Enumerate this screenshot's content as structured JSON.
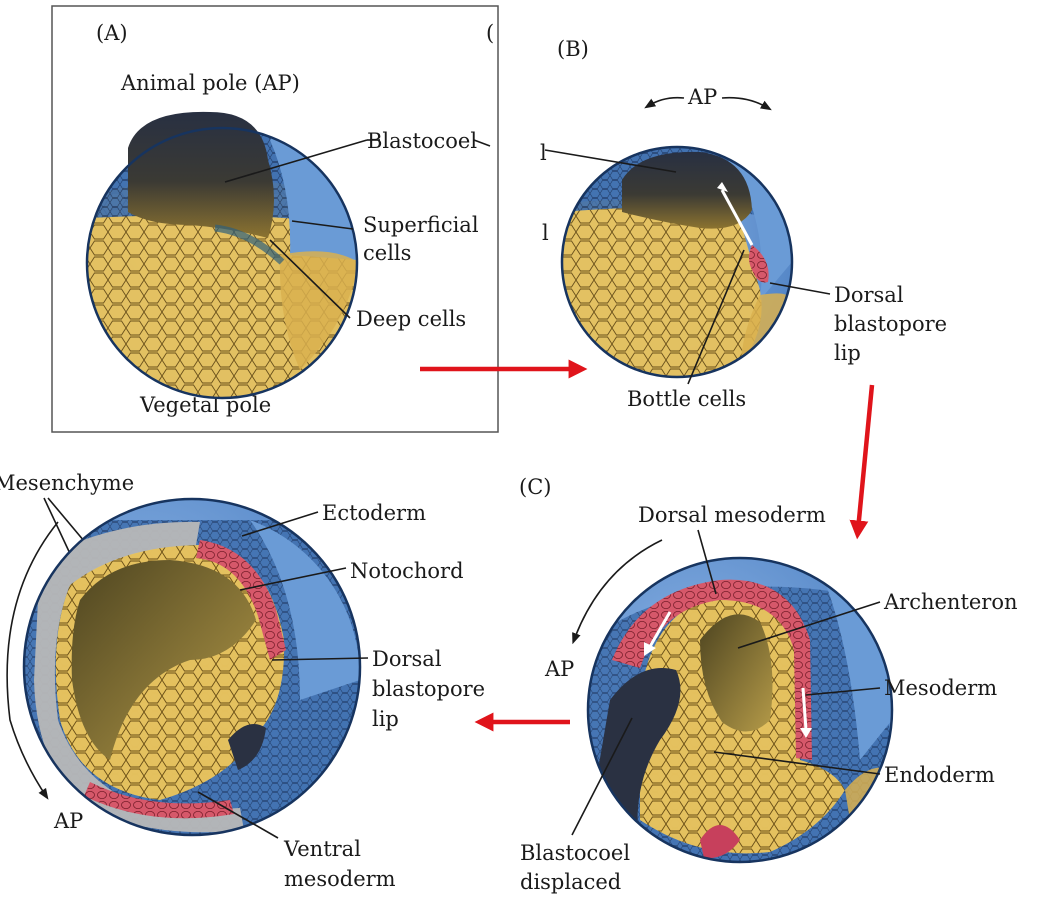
{
  "panels": {
    "a": {
      "letter": "(A)",
      "animal_pole": "Animal pole (AP)",
      "vegetal_pole": "Vegetal pole",
      "labels": {
        "blastocoel": "Blastocoel",
        "superficial_1": "Superficial",
        "superficial_2": "cells",
        "deep": "Deep cells"
      }
    },
    "b": {
      "letter": "(B)",
      "ap": "AP",
      "labels": {
        "dorsal_1": "Dorsal",
        "dorsal_2": "blastopore",
        "dorsal_3": "lip",
        "bottle": "Bottle cells"
      }
    },
    "c": {
      "letter": "(C)",
      "ap": "AP",
      "labels": {
        "dorsal_mesoderm": "Dorsal mesoderm",
        "archenteron": "Archenteron",
        "mesoderm": "Mesoderm",
        "endoderm": "Endoderm",
        "blastocoel_1": "Blastocoel",
        "blastocoel_2": "displaced"
      }
    },
    "d": {
      "ap": "AP",
      "labels": {
        "mesenchyme": "Mesenchyme",
        "ectoderm": "Ectoderm",
        "notochord": "Notochord",
        "dorsal_1": "Dorsal",
        "dorsal_2": "blastopore",
        "dorsal_3": "lip",
        "ventral_1": "Ventral",
        "ventral_2": "mesoderm"
      }
    }
  },
  "fragments": {
    "b_edge_a": "(",
    "b_edge_b": "l",
    "b_edge_c": "l"
  },
  "colors": {
    "outer_blue": "#3c6fb4",
    "light_blue": "#6f9fd8",
    "dark_cavity": "#2a3142",
    "yolk": "#e8c25a",
    "brown_gradient": "#6b5a2a",
    "mesoderm_red": "#d8566a",
    "arrow_red": "#e0141b",
    "ink": "#1a1a1a"
  }
}
